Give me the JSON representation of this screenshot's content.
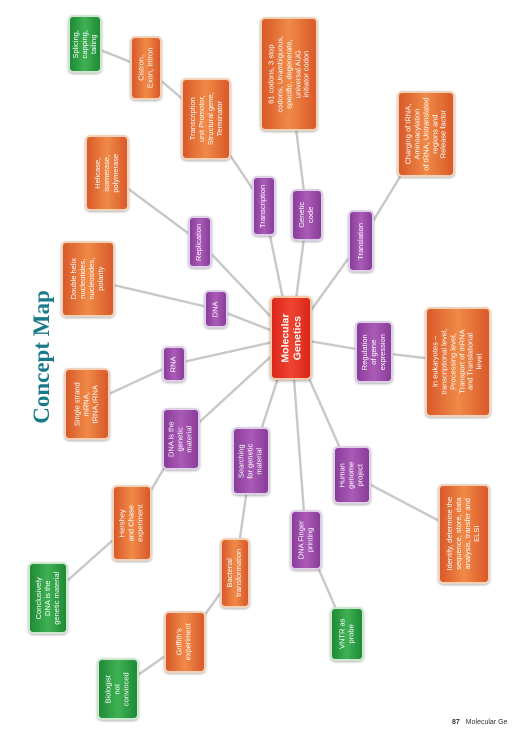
{
  "title": "Concept Map",
  "footer": {
    "page_number": "87",
    "running_head": "Molecular Ge"
  },
  "colors": {
    "center": "#e8332a",
    "level1": "#a04caf",
    "level2": "#ec7238",
    "level3": "#2e9e45",
    "connector": "#c8c8c8",
    "title": "#1a7a8a"
  },
  "center": {
    "label": "Molecular\nGenetics"
  },
  "nodes": {
    "dna": {
      "label": "DNA"
    },
    "replication": {
      "label": "Replication"
    },
    "transcription": {
      "label": "Transcription"
    },
    "genetic_code": {
      "label": "Genetic\ncode"
    },
    "translation": {
      "label": "Translation"
    },
    "regulation": {
      "label": "Regulation\nof gene\nexpression"
    },
    "human_genome": {
      "label": "Human\ngenome\nproject"
    },
    "dna_fingerprinting": {
      "label": "DNA Finger\nprinting"
    },
    "searching": {
      "label": "Searching\nfor genetic\nmaterial"
    },
    "dna_genetic_material": {
      "label": "DNA is the\ngenetic\nmaterial"
    },
    "rna": {
      "label": "RNA"
    },
    "splicing": {
      "label": "Splicing,\ncapping,\ntailing"
    },
    "cistron": {
      "label": "Cistron,\nExon, Intron"
    },
    "transcription_unit": {
      "label": "Transcription\nunit Promotor,\nStructural gene,\nTerminator"
    },
    "codons": {
      "label": "61 codons, 3 stop\ncodons, Unambiguous,\nspecific, degenerate,\nuniversal AUG\ninitiator codon"
    },
    "charging_trna": {
      "label": "Charging of tRNA,\nAminoacylation\nof tRNA, Untranslated\nregions and\nRelease factor"
    },
    "helicase": {
      "label": "Helicase,\nisomerase,\npolymerase"
    },
    "double_helix": {
      "label": "Double helix\nnucleotides,\nnucleosides,\npolarity"
    },
    "single_strand": {
      "label": "Single strand\nmRNA,\ntRNA,rRNA"
    },
    "eukaryotes": {
      "label": "In eukaryotes –\ntranscriptional level,\nProcessing level,\nTransport of mRNA\nand Translational\nlevel"
    },
    "identify": {
      "label": "Identify, determine the\nsequence, store, data\nanalysis, transfer and\nELSI"
    },
    "hershey": {
      "label": "Hershey\nand Chase\nexperiment"
    },
    "bacterial": {
      "label": "Bacterial\ntransformation"
    },
    "griffith": {
      "label": "Griffith's\nexperiment"
    },
    "vntr": {
      "label": "VNTR as\nprobe"
    },
    "conclusively": {
      "label": "Conclusively\nDNA is the\ngenetic material"
    },
    "biologist": {
      "label": "Biologist\nnot\nconvinced"
    }
  }
}
